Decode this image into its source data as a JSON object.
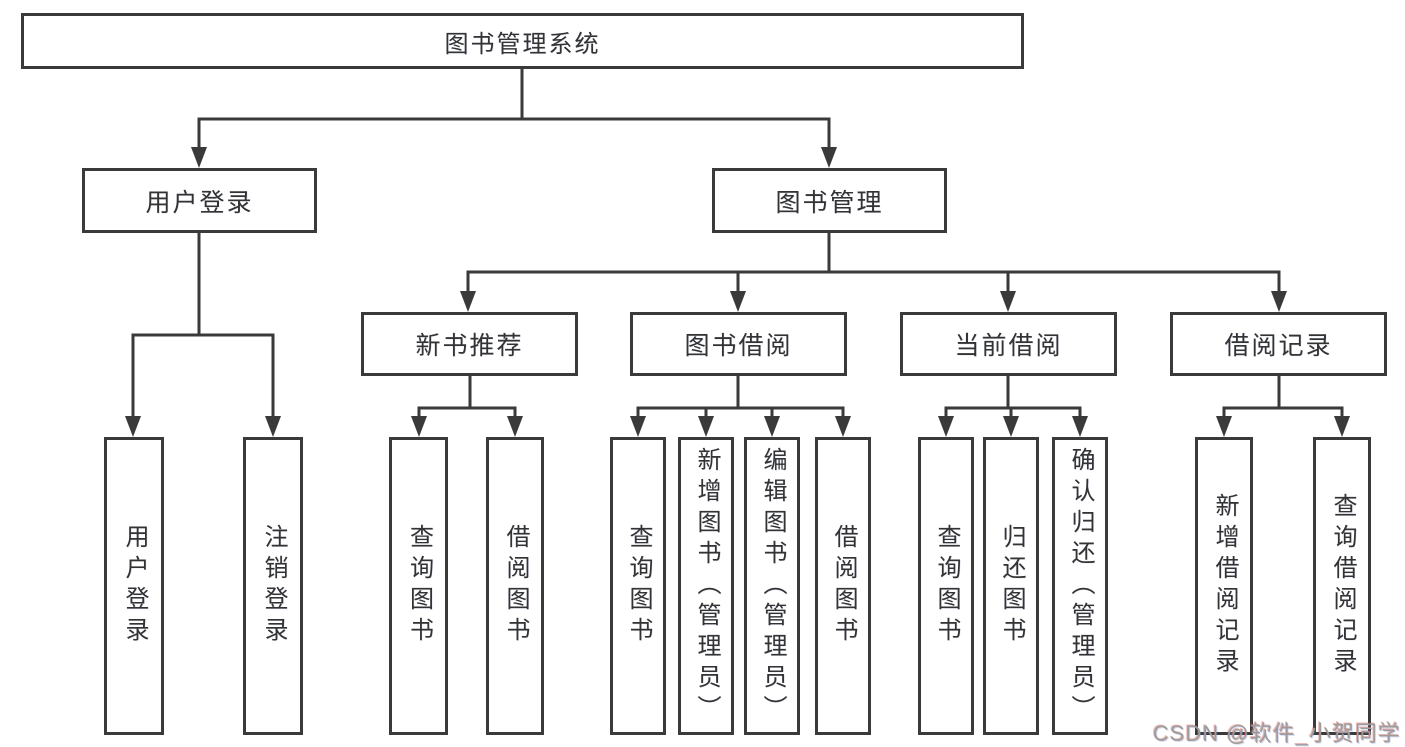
{
  "diagram_type": "hierarchy-tree",
  "colors": {
    "line": "#3a3a3a",
    "text": "#333333",
    "watermark": "#9c9c9c",
    "bg": "#ffffff"
  },
  "tree": {
    "label": "图书管理系统",
    "children": [
      {
        "label": "用户登录",
        "children": [
          {
            "label": "用户登录"
          },
          {
            "label": "注销登录"
          }
        ]
      },
      {
        "label": "图书管理",
        "children": [
          {
            "label": "新书推荐",
            "children": [
              {
                "label": "查询图书"
              },
              {
                "label": "借阅图书"
              }
            ]
          },
          {
            "label": "图书借阅",
            "children": [
              {
                "label": "查询图书"
              },
              {
                "label": "新增图书（管理员）"
              },
              {
                "label": "编辑图书（管理员）"
              },
              {
                "label": "借阅图书"
              }
            ]
          },
          {
            "label": "当前借阅",
            "children": [
              {
                "label": "查询图书"
              },
              {
                "label": "归还图书"
              },
              {
                "label": "确认归还（管理员）"
              }
            ]
          },
          {
            "label": "借阅记录",
            "children": [
              {
                "label": "新增借阅记录"
              },
              {
                "label": "查询借阅记录"
              }
            ]
          }
        ]
      }
    ]
  },
  "watermark": {
    "text": "CSDN @软件_小贺同学"
  }
}
